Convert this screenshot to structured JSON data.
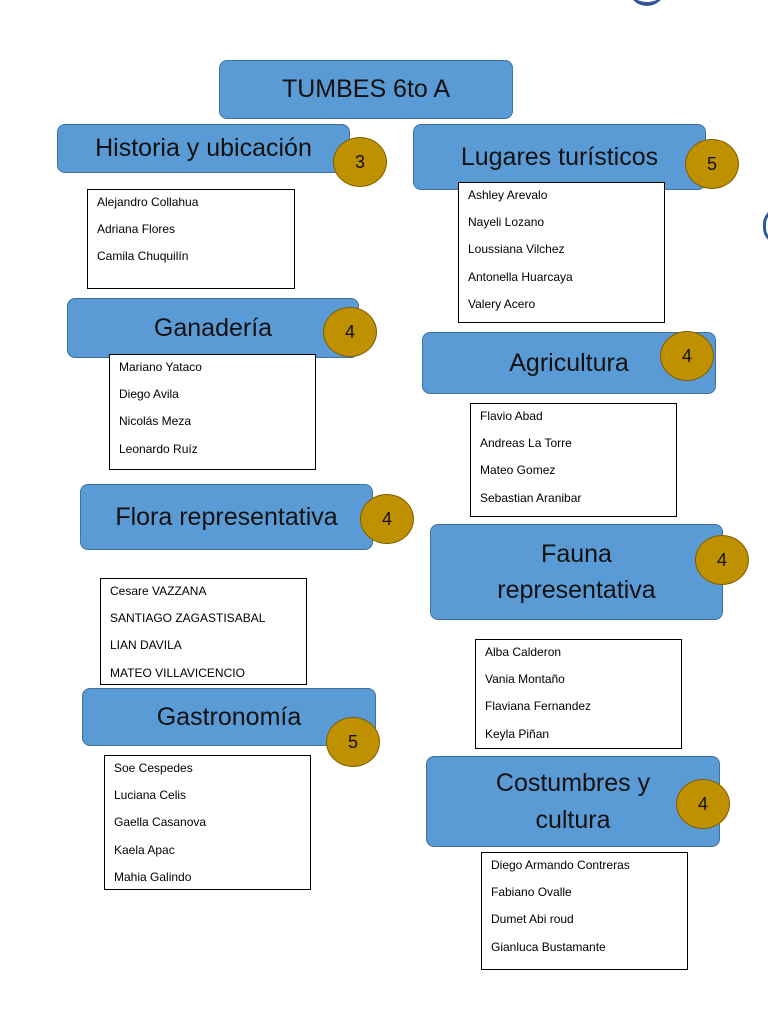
{
  "colors": {
    "box_fill": "#5b9bd5",
    "box_border": "#41719c",
    "badge_fill": "#bf9000",
    "decor": "#2f5597"
  },
  "header": {
    "title": "TUMBES 6to A"
  },
  "topics": [
    {
      "title": "Historia y ubicación",
      "count": "3",
      "members": [
        "Alejandro Collahua",
        "Adriana Flores",
        "Camila Chuquilín"
      ]
    },
    {
      "title": "Lugares turísticos",
      "count": "5",
      "members": [
        "Ashley Arevalo",
        "Nayeli Lozano",
        "Loussiana Vilchez",
        "Antonella Huarcaya",
        "Valery Acero"
      ]
    },
    {
      "title": "Ganadería",
      "count": "4",
      "members": [
        "Mariano Yataco",
        "Diego Avila",
        "Nicolás Meza",
        "Leonardo Ruíz"
      ]
    },
    {
      "title": "Agricultura",
      "count": "4",
      "members": [
        "Flavio Abad",
        "Andreas La Torre",
        "Mateo Gomez",
        "Sebastian Aranibar"
      ]
    },
    {
      "title": "Flora representativa",
      "count": "4",
      "members": [
        "Cesare VAZZANA",
        "SANTIAGO ZAGASTISABAL",
        "LIAN DAVILA",
        "MATEO VILLAVICENCIO"
      ]
    },
    {
      "title": "Fauna representativa",
      "count": "4",
      "members": [
        "Alba Calderon",
        "Vania Montaño",
        "Flaviana Fernandez",
        "Keyla Piñan"
      ]
    },
    {
      "title": "Gastronomía",
      "count": "5",
      "members": [
        "Soe Cespedes",
        "Luciana Celis",
        "Gaella Casanova",
        "Kaela Apac",
        "Mahia Galindo"
      ]
    },
    {
      "title": "Costumbres y cultura",
      "count": "4",
      "members": [
        "Diego Armando Contreras",
        "Fabiano Ovalle",
        "Dumet Abi roud",
        "Gianluca Bustamante"
      ]
    }
  ]
}
